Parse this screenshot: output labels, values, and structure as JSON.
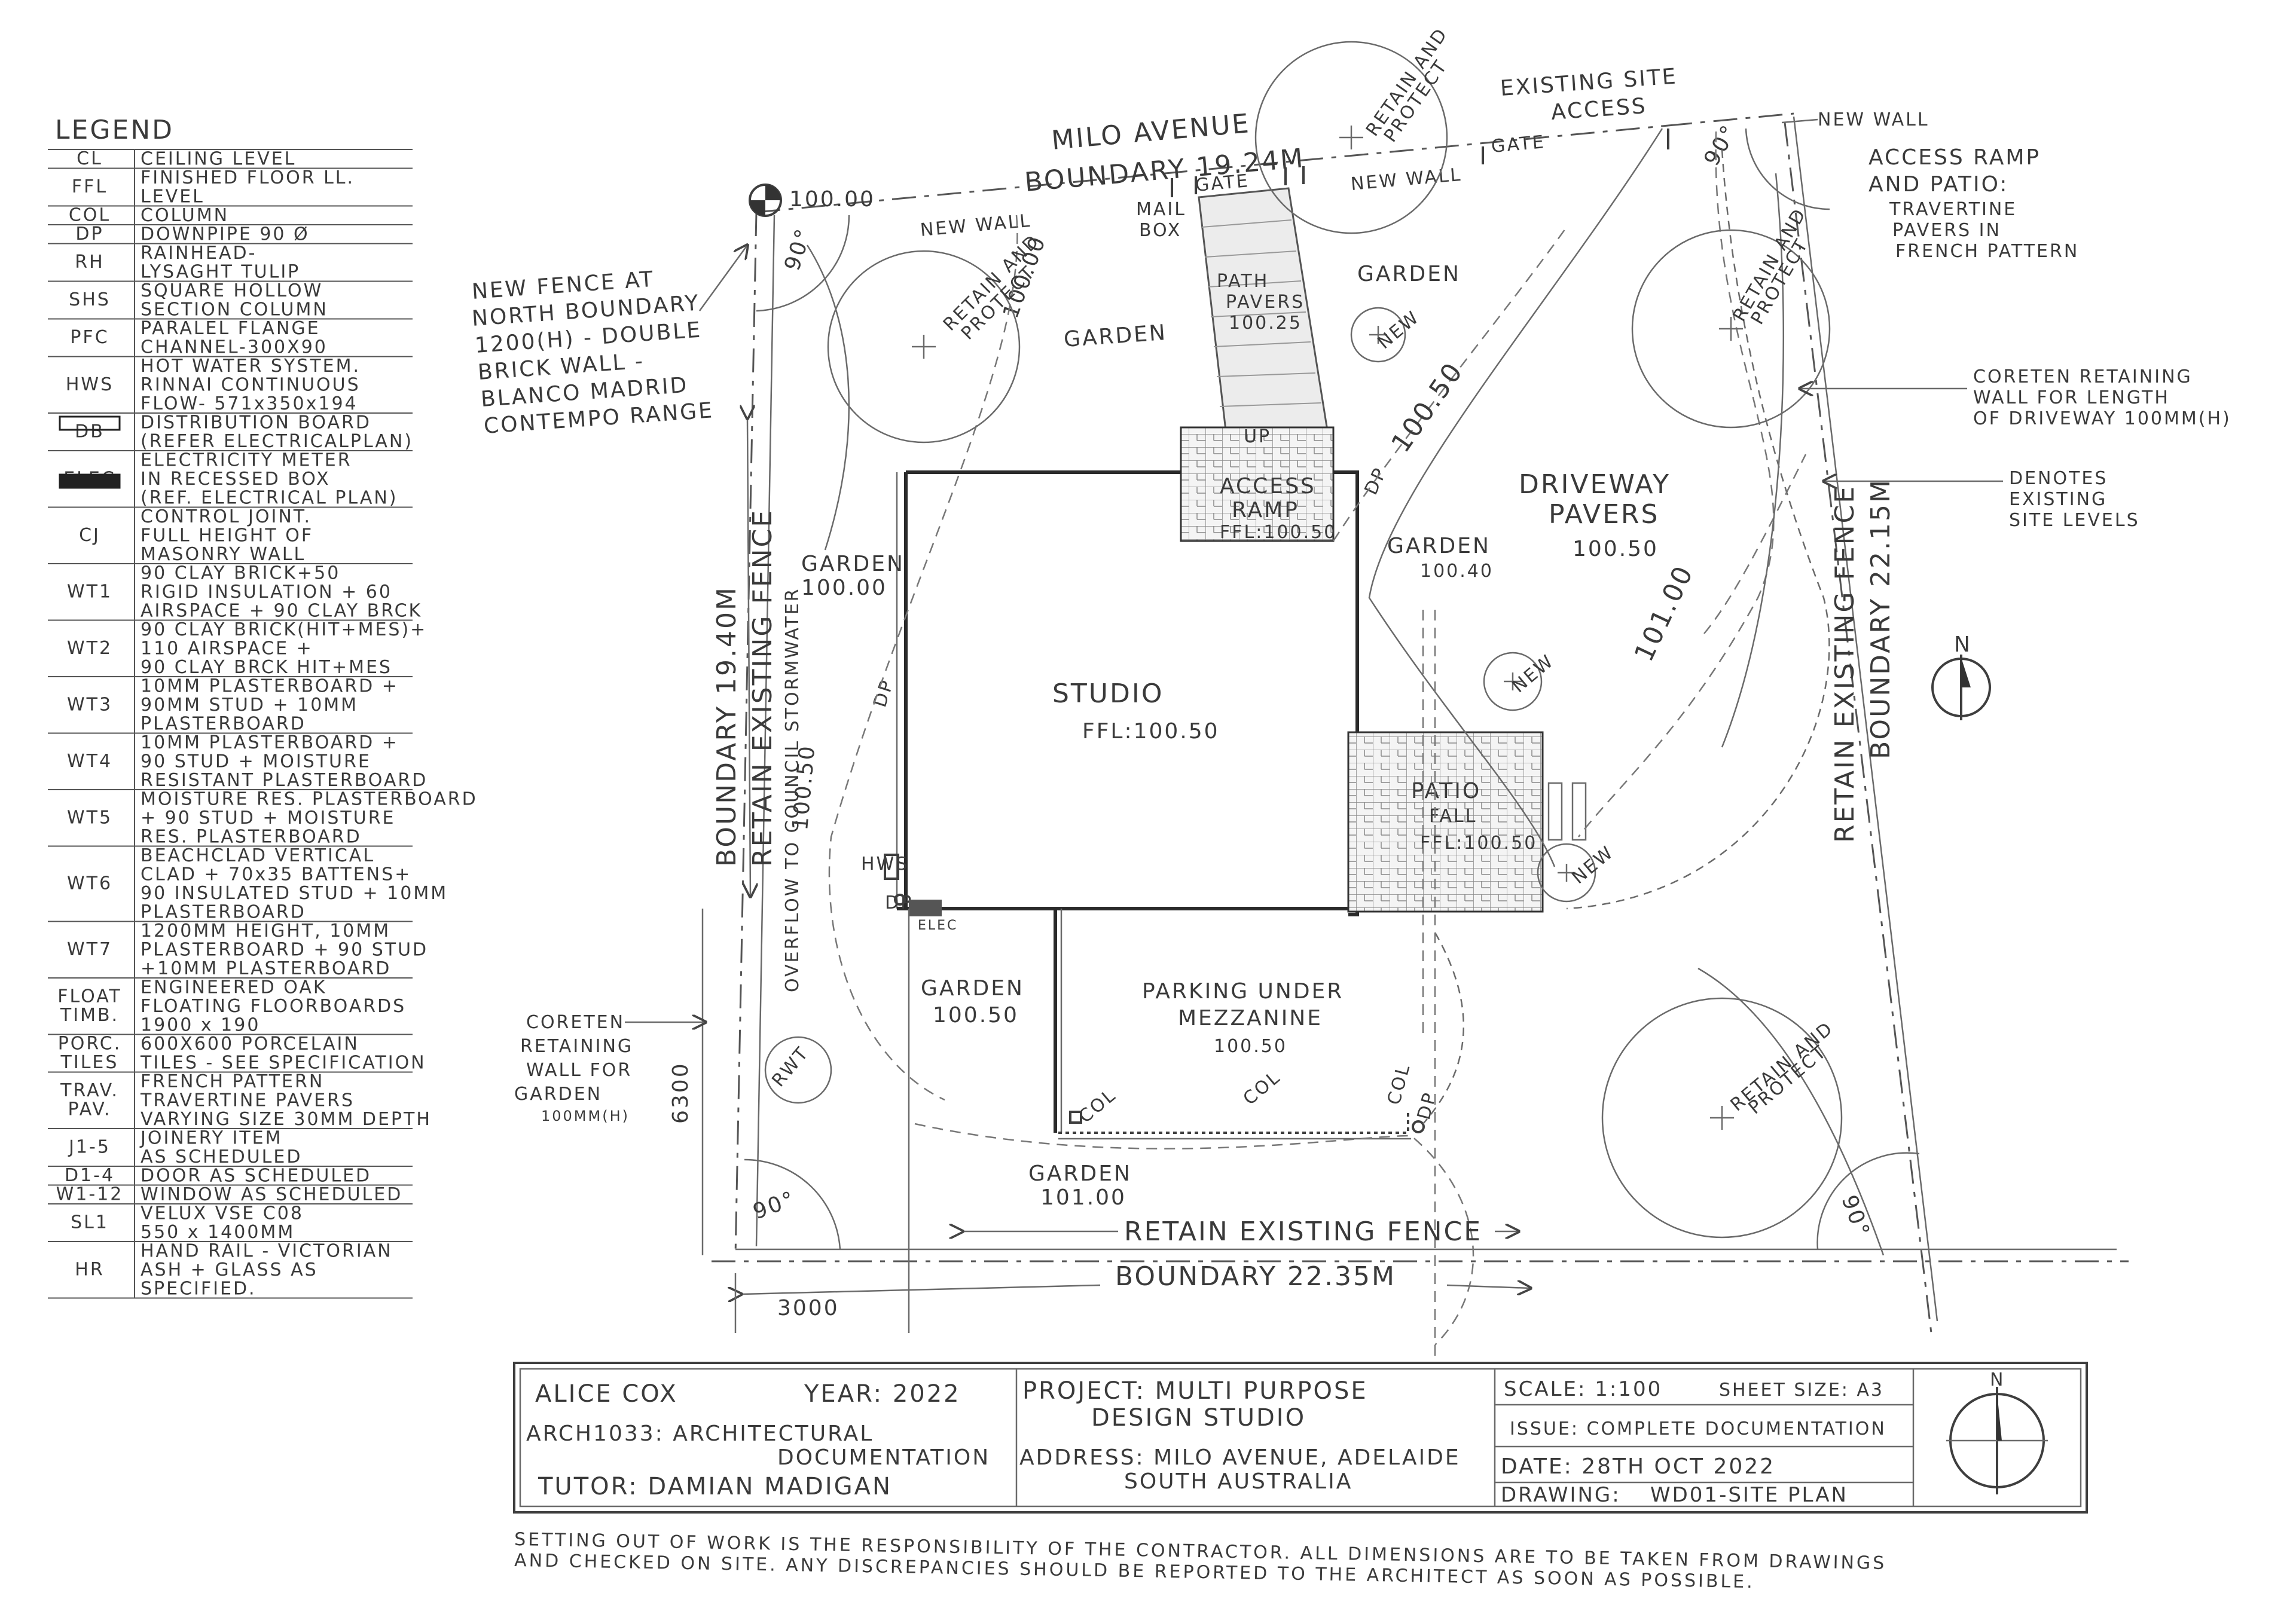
{
  "legend": {
    "title": "LEGEND",
    "rows": [
      {
        "code": "CL",
        "desc": [
          "CEILING LEVEL"
        ]
      },
      {
        "code": "FFL",
        "desc": [
          "FINISHED FLOOR LL.",
          "LEVEL"
        ]
      },
      {
        "code": "COL",
        "desc": [
          "COLUMN"
        ]
      },
      {
        "code": "DP",
        "desc": [
          "DOWNPIPE 90 Ø"
        ]
      },
      {
        "code": "RH",
        "desc": [
          "RAINHEAD-",
          "LYSAGHT TULIP"
        ]
      },
      {
        "code": "SHS",
        "desc": [
          "SQUARE HOLLOW",
          "SECTION COLUMN"
        ]
      },
      {
        "code": "PFC",
        "desc": [
          "PARALEL FLANGE",
          "CHANNEL-300X90"
        ]
      },
      {
        "code": "HWS",
        "desc": [
          "HOT WATER SYSTEM.",
          "RINNAI CONTINUOUS",
          "FLOW- 571x350x194"
        ]
      },
      {
        "code": "DB",
        "desc": [
          "DISTRIBUTION BOARD",
          "(REFER ELECTRICALPLAN)"
        ]
      },
      {
        "code": "ELEC",
        "desc": [
          "ELECTRICITY METER",
          "IN RECESSED BOX",
          "(REF. ELECTRICAL PLAN)"
        ]
      },
      {
        "code": "CJ",
        "desc": [
          "CONTROL JOINT.",
          "FULL HEIGHT OF",
          "MASONRY WALL"
        ]
      },
      {
        "code": "WT1",
        "desc": [
          "90 CLAY BRICK+50",
          "RIGID INSULATION + 60",
          "AIRSPACE + 90 CLAY BRCK"
        ]
      },
      {
        "code": "WT2",
        "desc": [
          "90 CLAY BRICK(HIT+MES)+",
          "110 AIRSPACE +",
          "90 CLAY BRCK HIT+MES"
        ]
      },
      {
        "code": "WT3",
        "desc": [
          "10MM PLASTERBOARD +",
          "90MM STUD + 10MM",
          "PLASTERBOARD"
        ]
      },
      {
        "code": "WT4",
        "desc": [
          "10MM PLASTERBOARD +",
          "90 STUD + MOISTURE",
          "RESISTANT PLASTERBOARD"
        ]
      },
      {
        "code": "WT5",
        "desc": [
          "MOISTURE RES. PLASTERBOARD",
          "+ 90 STUD + MOISTURE",
          "RES. PLASTERBOARD"
        ]
      },
      {
        "code": "WT6",
        "desc": [
          "BEACHCLAD VERTICAL",
          "CLAD + 70x35 BATTENS+",
          "90 INSULATED STUD + 10MM",
          "PLASTERBOARD"
        ]
      },
      {
        "code": "WT7",
        "desc": [
          "1200MM HEIGHT, 10MM",
          "PLASTERBOARD + 90 STUD",
          "+10MM PLASTERBOARD"
        ]
      },
      {
        "code": "FLOAT TIMB.",
        "desc": [
          "ENGINEERED OAK",
          "FLOATING FLOORBOARDS",
          "1900 x 190"
        ]
      },
      {
        "code": "PORC. TILES",
        "desc": [
          "600X600 PORCELAIN",
          "TILES - SEE SPECIFICATION"
        ]
      },
      {
        "code": "TRAV. PAV.",
        "desc": [
          "FRENCH PATTERN",
          "TRAVERTINE PAVERS",
          "VARYING SIZE 30MM DEPTH"
        ]
      },
      {
        "code": "J1-5",
        "desc": [
          "JOINERY ITEM",
          "AS SCHEDULED"
        ]
      },
      {
        "code": "D1-4",
        "desc": [
          "DOOR AS SCHEDULED"
        ]
      },
      {
        "code": "W1-12",
        "desc": [
          "WINDOW AS SCHEDULED"
        ]
      },
      {
        "code": "SL1",
        "desc": [
          "VELUX VSE C08",
          "550 x 1400MM"
        ]
      },
      {
        "code": "HR",
        "desc": [
          "HAND RAIL - VICTORIAN",
          "ASH + GLASS AS",
          "SPECIFIED."
        ]
      }
    ]
  },
  "plan": {
    "street": "MILO AVENUE",
    "boundary_north": "BOUNDARY 19.24M",
    "boundary_south": "BOUNDARY 22.35M",
    "boundary_west": "BOUNDARY 19.40M",
    "boundary_east": "BOUNDARY 22.15M",
    "retain_fence_west": "RETAIN EXISTING FENCE",
    "retain_fence_south": "RETAIN EXISTING FENCE",
    "retain_fence_east": "RETAIN EXISTING FENCE",
    "overflow": "OVERFLOW TO COUNCIL STORMWATER",
    "existing_site_access": [
      "EXISTING SITE",
      "ACCESS"
    ],
    "new_wall": "NEW WALL",
    "gate": "GATE",
    "mail_box": [
      "MAIL",
      "BOX"
    ],
    "path_pavers": [
      "PATH",
      "PAVERS",
      "100.25"
    ],
    "access_ramp": [
      "ACCESS",
      "RAMP",
      "FFL:100.50"
    ],
    "up": "UP",
    "studio": "STUDIO",
    "studio_ffl": "FFL:100.50",
    "patio": "PATIO",
    "patio_fall": "FALL",
    "patio_ffl": "FFL:100.50",
    "parking": [
      "PARKING UNDER",
      "MEZZANINE",
      "100.50"
    ],
    "driveway": [
      "DRIVEWAY",
      "PAVERS",
      "100.50"
    ],
    "garden": "GARDEN",
    "garden_nw": [
      "GARDEN",
      "100.00"
    ],
    "garden_patio": [
      "GARDEN",
      "100.40"
    ],
    "garden_parking": [
      "GARDEN",
      "100.50"
    ],
    "garden_south": [
      "GARDEN",
      "101.00"
    ],
    "retain_protect": [
      "RETAIN AND",
      "PROTECT"
    ],
    "new": "NEW",
    "rwt": "RWT",
    "col": "COL",
    "dp": "DP",
    "hws": "HWS",
    "elec": "ELEC",
    "level_100": "100.00",
    "level_10050": "100.50",
    "level_10100": "101.00",
    "angle_90": "90°",
    "dim_6300": "6300",
    "dim_3000": "3000",
    "north": "N",
    "new_fence_note": [
      "NEW FENCE AT",
      "NORTH BOUNDARY",
      "1200(H) - DOUBLE",
      "BRICK WALL -",
      "BLANCO MADRID",
      "CONTEMPO RANGE"
    ],
    "coreten_garden_note": [
      "CORETEN",
      "RETAINING",
      "WALL FOR",
      "GARDEN",
      "100MM(H)"
    ],
    "access_ramp_note": [
      "ACCESS RAMP",
      "AND PATIO:",
      "TRAVERTINE",
      "PAVERS IN",
      "FRENCH PATTERN"
    ],
    "coreten_driveway_note": [
      "CORETEN RETAINING",
      "WALL FOR LENGTH",
      "OF DRIVEWAY 100MM(H)"
    ],
    "site_levels_note": [
      "DENOTES",
      "EXISTING",
      "SITE LEVELS"
    ]
  },
  "title_block": {
    "student": "ALICE COX",
    "year": "YEAR: 2022",
    "course": [
      "ARCH1033: ARCHITECTURAL",
      "DOCUMENTATION"
    ],
    "tutor": "TUTOR: DAMIAN MADIGAN",
    "project": [
      "PROJECT: MULTI PURPOSE",
      "DESIGN STUDIO"
    ],
    "address": [
      "ADDRESS: MILO AVENUE, ADELAIDE",
      "SOUTH AUSTRALIA"
    ],
    "scale": "SCALE: 1:100",
    "sheet_size": "SHEET SIZE: A3",
    "issue": "ISSUE: COMPLETE DOCUMENTATION",
    "date": "DATE: 28TH OCT 2022",
    "drawing": "DRAWING:",
    "drawing_name": "WD01-SITE PLAN",
    "north": "N"
  },
  "footer_note": [
    "SETTING OUT OF WORK IS THE RESPONSIBILITY OF THE CONTRACTOR. ALL DIMENSIONS ARE TO BE TAKEN FROM DRAWINGS",
    "AND CHECKED ON SITE. ANY DISCREPANCIES SHOULD BE REPORTED TO THE ARCHITECT AS SOON AS POSSIBLE."
  ]
}
